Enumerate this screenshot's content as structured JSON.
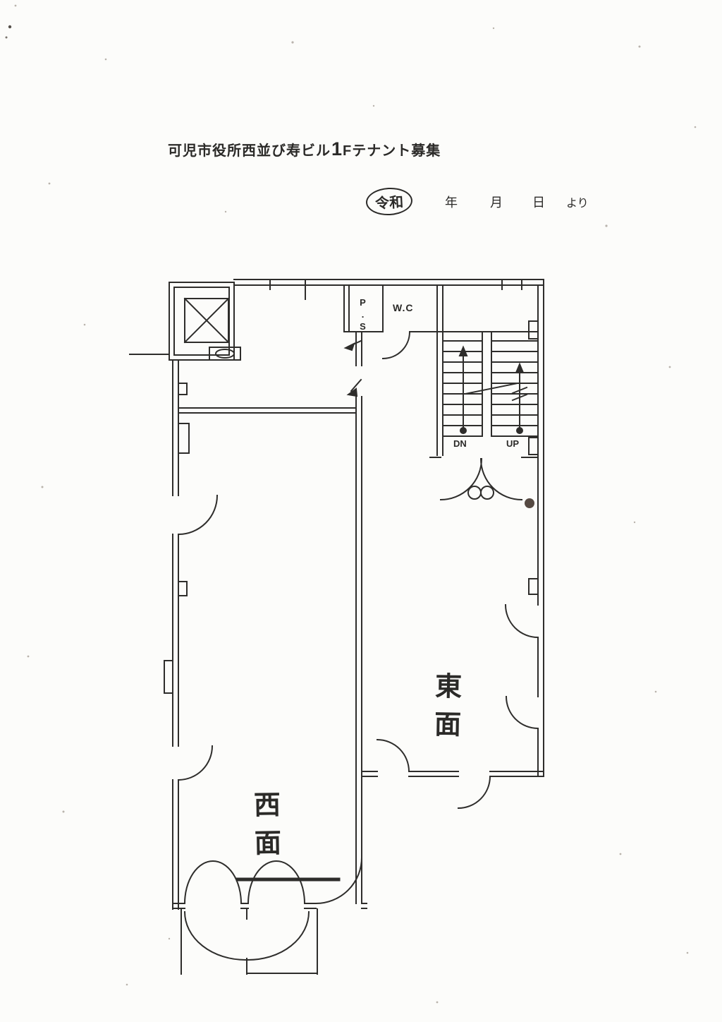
{
  "colors": {
    "ink": "#2e2d2b",
    "paper": "#fcfcfa",
    "dark_dot": "#564a43"
  },
  "header": {
    "title_prefix": "可児市役所西並び寿ビル",
    "title_number": "1",
    "title_suffix": "Fテナント募集"
  },
  "date_line": {
    "era": "令和",
    "year": "年",
    "month": "月",
    "day": "日",
    "from": "より"
  },
  "plan": {
    "labels": {
      "pipe_shaft": "P.S",
      "toilet": "W.C",
      "down": "DN",
      "up": "UP",
      "east_room": "東面",
      "west_room": "西面"
    }
  }
}
